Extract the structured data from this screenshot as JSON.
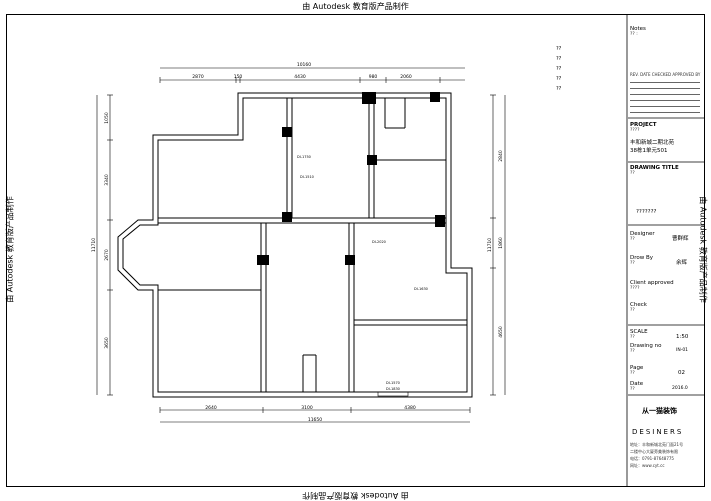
{
  "watermark": "由 Autodesk 教育版产品制作",
  "plan": {
    "top_total": "10160",
    "top_dims": [
      "2870",
      "150",
      "4430",
      "980",
      "2060"
    ],
    "bottom_dims": [
      "2640",
      "3100",
      "4380"
    ],
    "bottom_total": "11650",
    "left_dims": [
      "1050",
      "3340",
      "2670",
      "3650"
    ],
    "left_total": "11710",
    "right_dims": [
      "2840",
      "1860",
      "4650"
    ],
    "right_total": "11710",
    "room_labels": [
      "DI-1750",
      "DI-1510",
      "DI-2020",
      "DI-1630",
      "DI-1570",
      "DI-1830"
    ]
  },
  "legend": [
    "??",
    "??",
    "??",
    "??",
    "??"
  ],
  "title_block": {
    "notes_label": "Notes",
    "notes_sub": "?? :",
    "revision_header": "REV. DATE CHECKED APPROVED BY",
    "project_label": "PROJECT",
    "project_sub": "????",
    "project_line1": "丰和新城二期北苑",
    "project_line2": "38栋1单元501",
    "drawing_title_label": "DRAWING TITLE",
    "drawing_title_sub": "??",
    "drawing_title_value": "???????",
    "designer_label": "Designer",
    "designer_sub": "??",
    "designer_value": "曹群辉",
    "draw_by_label": "Drow By",
    "draw_by_sub": "??",
    "draw_by_value": "余辉",
    "client_label": "Client approved",
    "client_sub": "????",
    "check_label": "Check",
    "check_sub": "??",
    "scale_label": "SCALE",
    "scale_sub": "??",
    "scale_value": "1:50",
    "drawing_no_label": "Drawing no",
    "drawing_no_sub": "??",
    "drawing_no_value": "IN-01",
    "page_label": "Page",
    "page_sub": "??",
    "page_value": "02",
    "date_label": "Date",
    "date_sub": "??",
    "date_value": "2016.0",
    "company_name": "从一猫装饰",
    "designers": "DESINERS",
    "address": "地址：丰和新城北苑门面21号",
    "address2": "二楼中心大厦旁美装饰有限",
    "phone": "电话：0791-87648775",
    "web": "网址：www.cyt.cc"
  }
}
